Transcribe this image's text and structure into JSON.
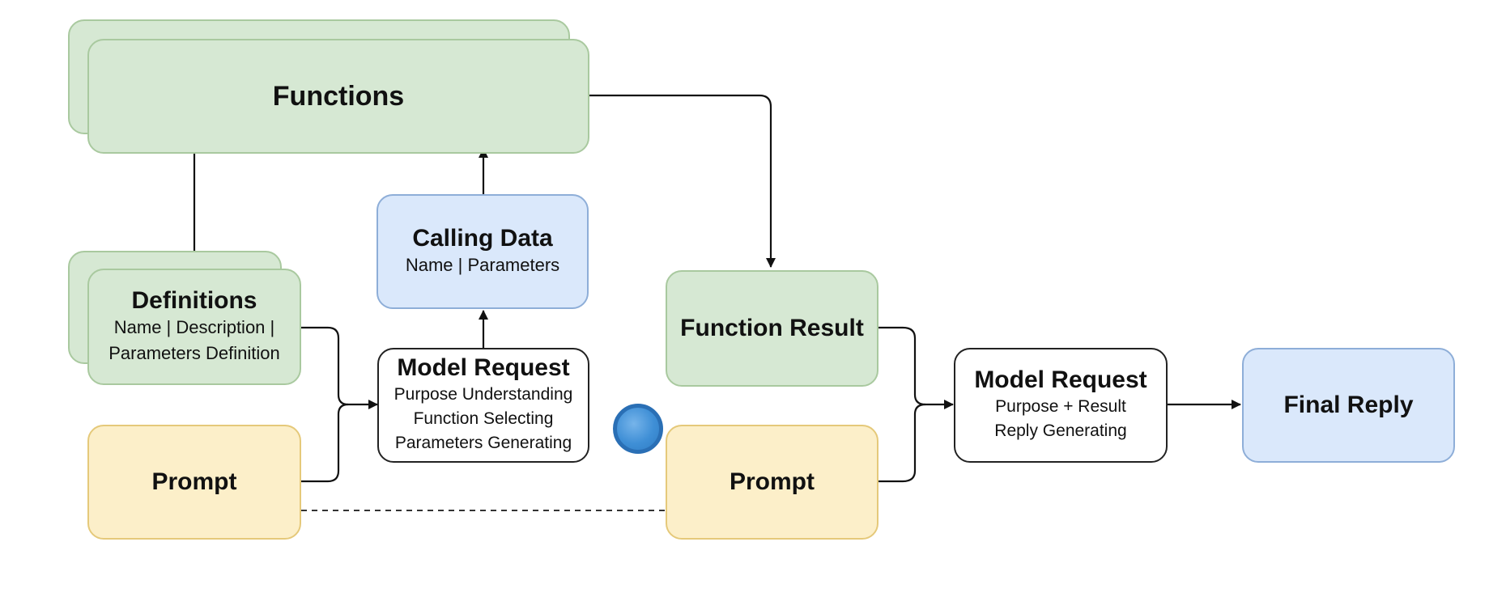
{
  "nodes": {
    "functions": {
      "title": "Functions"
    },
    "definitions": {
      "title": "Definitions",
      "lines": [
        "Name | Description |",
        "Parameters Definition"
      ]
    },
    "calling_data": {
      "title": "Calling Data",
      "lines": [
        "Name | Parameters"
      ]
    },
    "model_request_1": {
      "title": "Model Request",
      "lines": [
        "Purpose Understanding",
        "Function Selecting",
        "Parameters Generating"
      ]
    },
    "prompt_1": {
      "title": "Prompt"
    },
    "function_result": {
      "title": "Function Result"
    },
    "prompt_2": {
      "title": "Prompt"
    },
    "model_request_2": {
      "title": "Model Request",
      "lines": [
        "Purpose + Result",
        "Reply Generating"
      ]
    },
    "final_reply": {
      "title": "Final Reply"
    }
  },
  "colors": {
    "green_fill": "#d6e8d3",
    "blue_fill": "#dae8fb",
    "yellow_fill": "#fcefc9",
    "marker_blue": "#3f8fd6"
  }
}
